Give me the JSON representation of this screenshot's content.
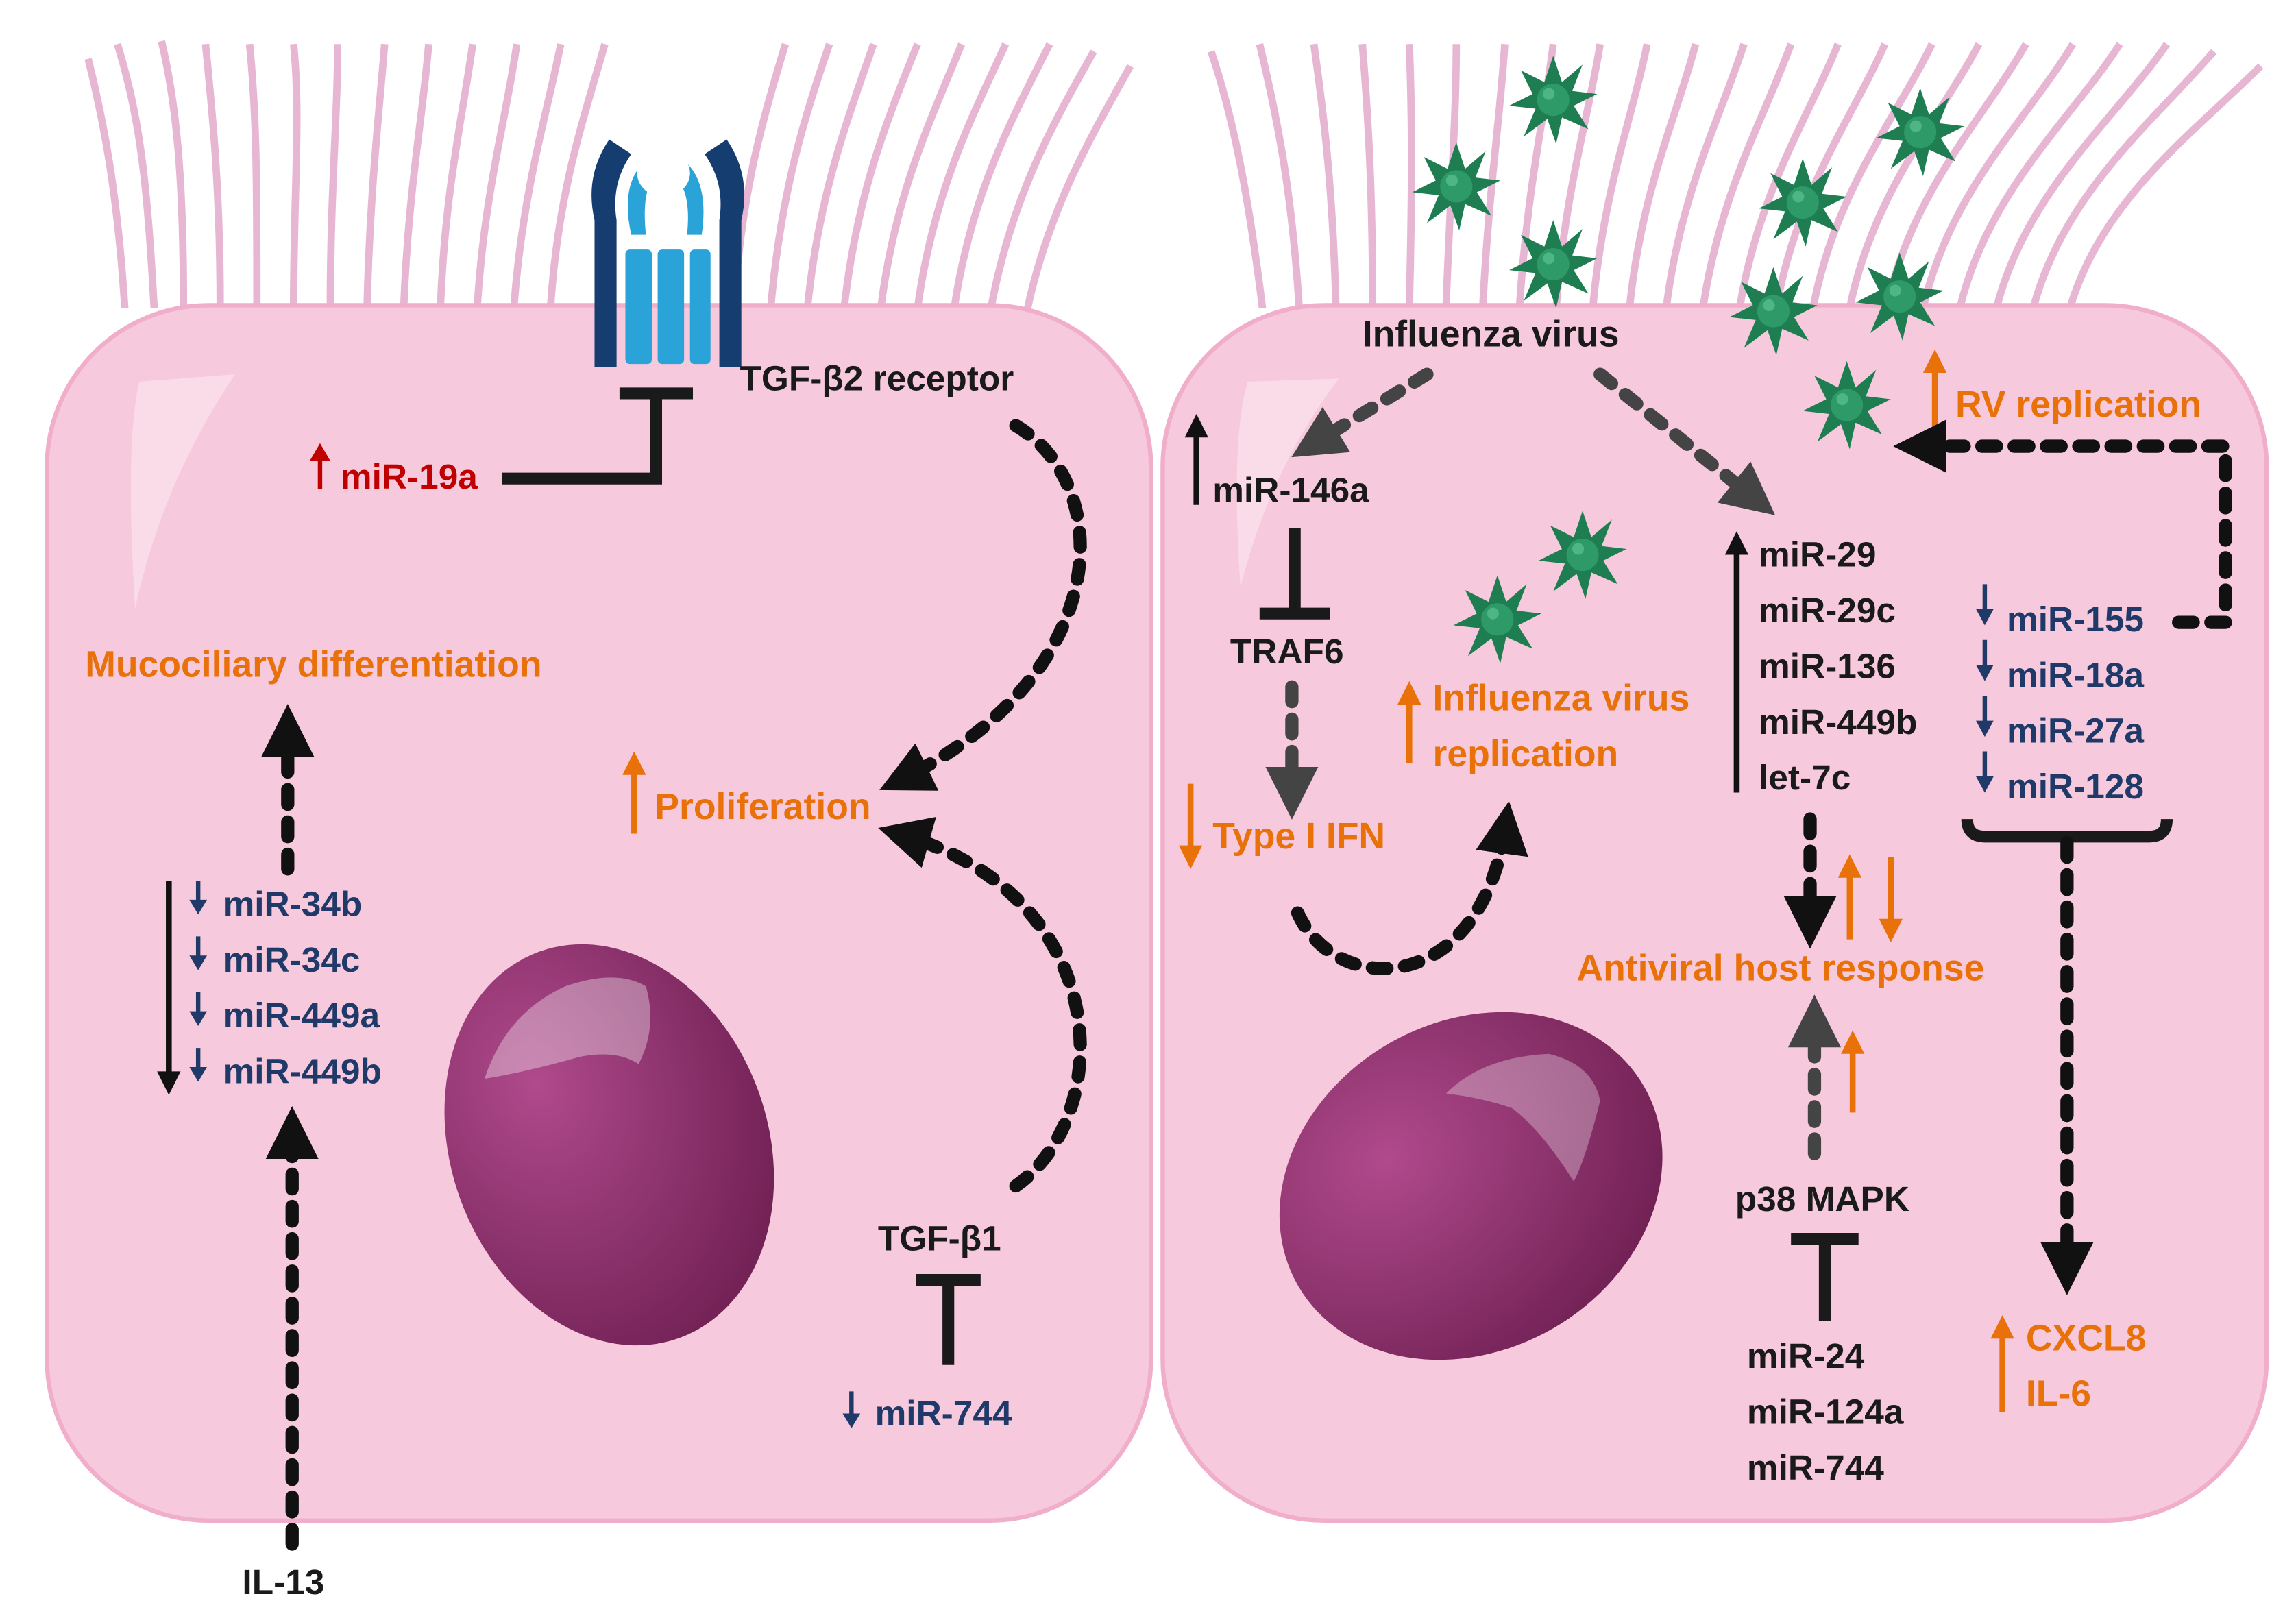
{
  "colors": {
    "cell_fill": "#f7c9dc",
    "cell_border": "#f0aecb",
    "nucleus": "#8c2d6a",
    "virus": "#1f7d52",
    "orange": "#e8710a",
    "blue": "#1f3a68",
    "red": "#c00000",
    "receptor_dark": "#163d70",
    "receptor_light": "#2aa3d9"
  },
  "left_cell": {
    "receptor_label": "TGF-β2 receptor",
    "mir19a": "miR-19a",
    "mucociliary": "Mucociliary differentiation",
    "proliferation": "Proliferation",
    "mir_list": [
      "miR-34b",
      "miR-34c",
      "miR-449a",
      "miR-449b"
    ],
    "tgfb1": "TGF-β1",
    "mir744": "miR-744",
    "il13": "IL-13"
  },
  "right_cell": {
    "influenza_virus": "Influenza virus",
    "mir146a": "miR-146a",
    "traf6": "TRAF6",
    "type1_ifn": "Type I IFN",
    "flu_replication_line1": "Influenza virus",
    "flu_replication_line2": "replication",
    "up_mirs": [
      "miR-29",
      "miR-29c",
      "miR-136",
      "miR-449b",
      "let-7c"
    ],
    "rv_replication": "RV replication",
    "down_mirs": [
      "miR-155",
      "miR-18a",
      "miR-27a",
      "miR-128"
    ],
    "antiviral": "Antiviral host response",
    "p38": "p38 MAPK",
    "p38_mirs": [
      "miR-24",
      "miR-124a",
      "miR-744"
    ],
    "cxcl8": "CXCL8",
    "il6": "IL-6"
  }
}
